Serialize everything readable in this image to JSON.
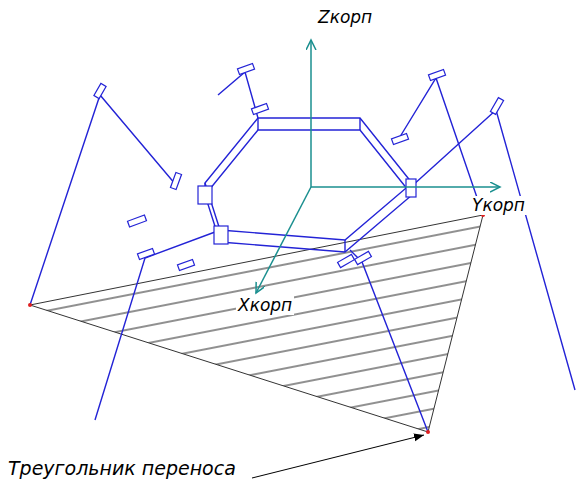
{
  "diagram": {
    "labels": [
      "Zкорп",
      "Yкорп",
      "Xкорп",
      "Треугольник переноса"
    ]
  }
}
